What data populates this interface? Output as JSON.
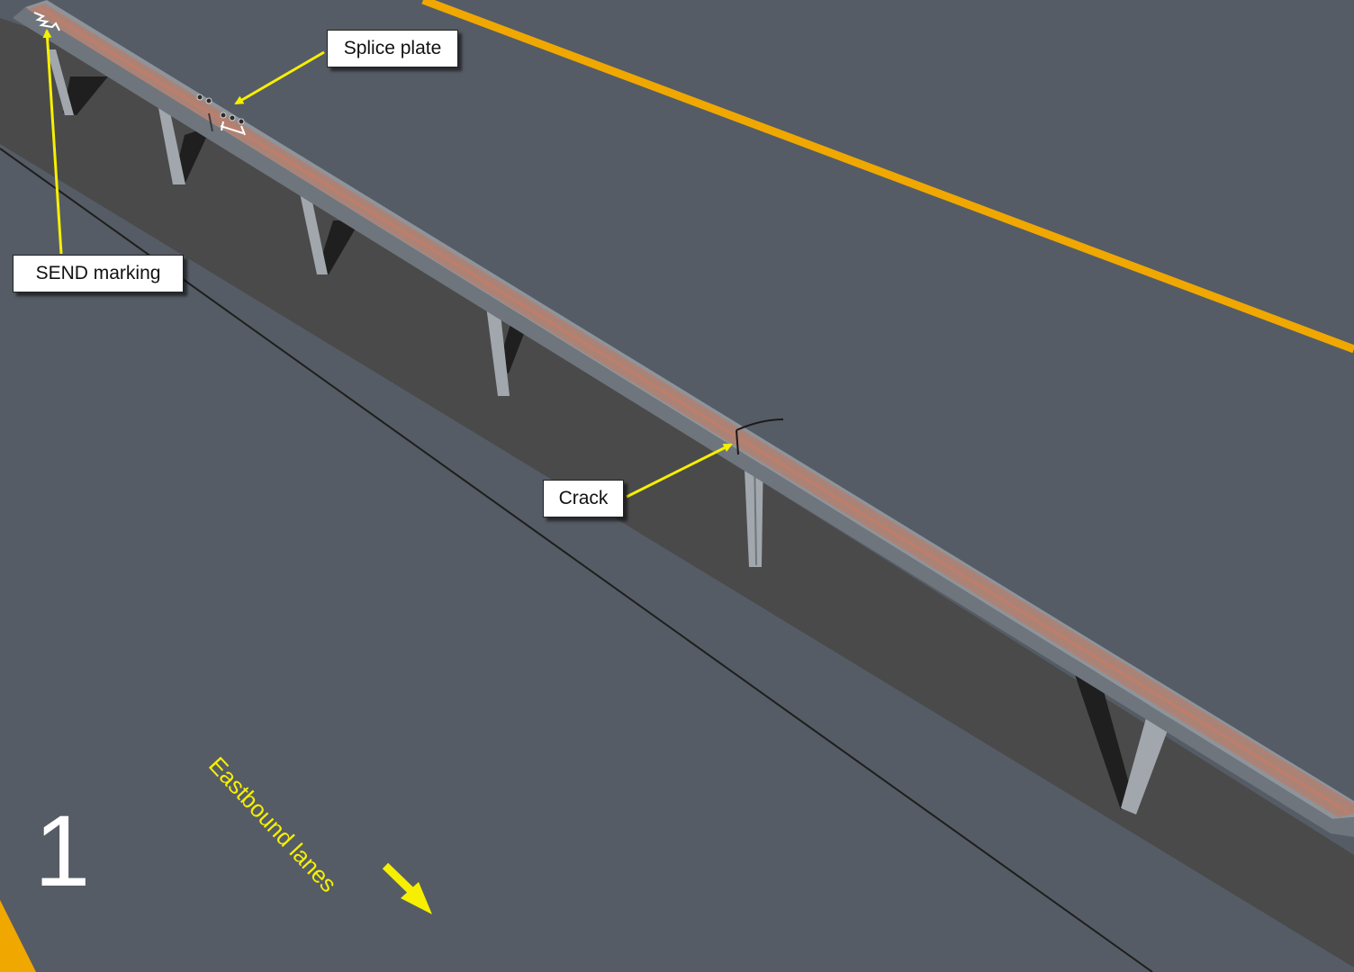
{
  "callouts": {
    "splice_plate": "Splice plate",
    "send_marking": "SEND marking",
    "crack": "Crack"
  },
  "lanes_label": "Eastbound lanes",
  "panel_number": "1",
  "colors": {
    "road": "#565c65",
    "shoulder_shadow": "#4a4a4a",
    "edge_line": "#f0a800",
    "rail_top": "#8e949b",
    "rust": "#b08070",
    "arrow": "#f6f000"
  }
}
